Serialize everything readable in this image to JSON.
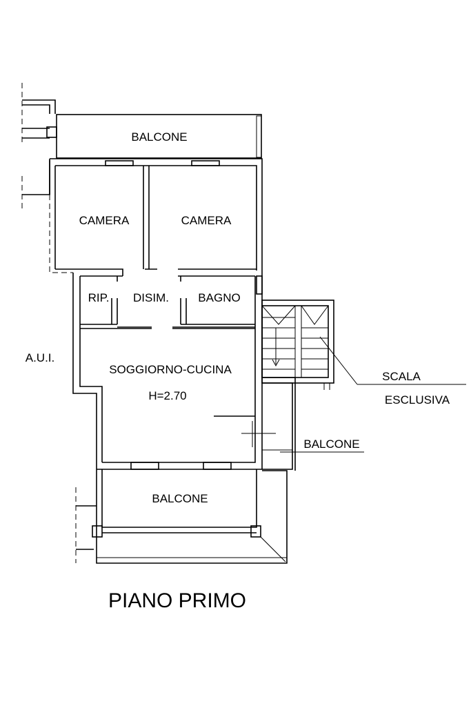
{
  "rooms": {
    "balcone_top": "BALCONE",
    "camera_left": "CAMERA",
    "camera_right": "CAMERA",
    "rip": "RIP.",
    "disim": "DISIM.",
    "bagno": "BAGNO",
    "soggiorno": "SOGGIORNO-CUCINA",
    "height": "H=2.70",
    "balcone_side": "BALCONE",
    "balcone_bottom": "BALCONE"
  },
  "labels": {
    "aui": "A.U.I.",
    "scala_line1": "SCALA",
    "scala_line2": "ESCLUSIVA"
  },
  "title": "PIANO PRIMO"
}
